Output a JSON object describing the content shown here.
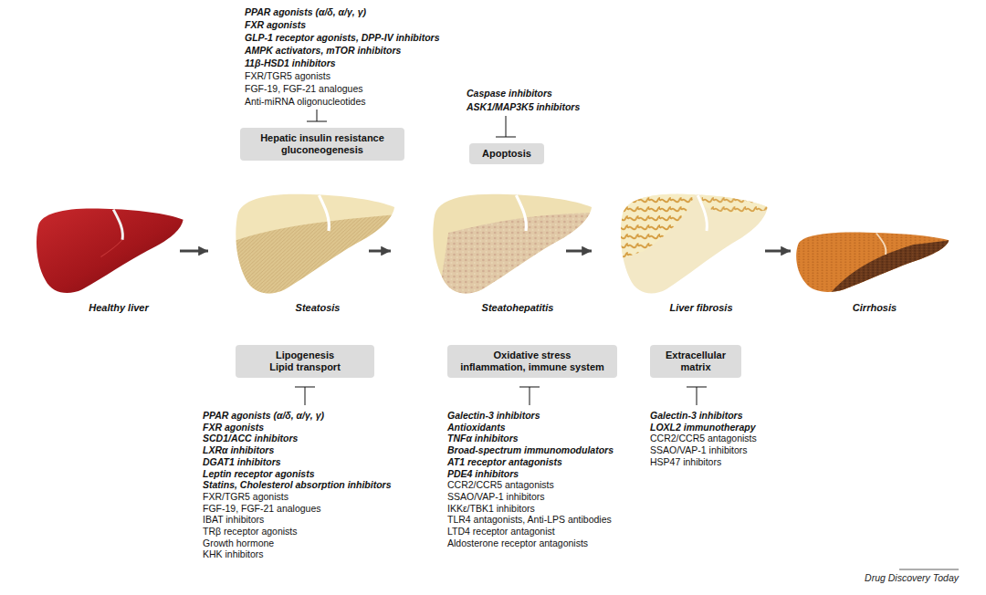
{
  "diagram": {
    "caption": "Drug Discovery Today",
    "nodes": [
      {
        "text": [
          "Hepatic insulin resistance",
          "gluconeogenesis"
        ]
      },
      {
        "text": [
          "Apoptosis"
        ]
      },
      {
        "text": [
          "Healthy liver"
        ]
      },
      {
        "text": [
          "Steatosis"
        ]
      },
      {
        "text": [
          "Steatohepatitis"
        ]
      },
      {
        "text": [
          "Liver fibrosis"
        ]
      },
      {
        "text": [
          "Cirrhosis"
        ]
      },
      {
        "text": [
          "Lipogenesis",
          "Lipid transport"
        ]
      },
      {
        "text": [
          "Oxidative stress",
          "inflammation, immune system"
        ]
      },
      {
        "text": [
          "Extracellular matrix"
        ]
      }
    ],
    "edges": [
      {
        "from": 2,
        "to": 3,
        "arrow": "to"
      },
      {
        "from": 3,
        "to": 4,
        "arrow": "to"
      },
      {
        "from": 4,
        "to": 5,
        "arrow": "to"
      },
      {
        "from": 5,
        "to": 6,
        "arrow": "to"
      }
    ],
    "labels": [
      "PPAR agonists (α/δ, α/γ, γ)",
      "FXR agonists",
      "GLP-1 receptor agonists, DPP-IV inhibitors",
      "AMPK activators, mTOR inhibitors",
      "11β-HSD1 inhibitors",
      "FXR/TGR5 agonists",
      "FGF-19, FGF-21 analogues",
      "Anti-miRNA oligonucleotides",
      "Caspase inhibitors",
      "ASK1/MAP3K5 inhibitors",
      "PPAR agonists (α/δ, α/γ, γ)",
      "FXR agonists",
      "SCD1/ACC inhibitors",
      "LXRα inhibitors",
      "DGAT1 inhibitors",
      "Leptin receptor agonists",
      "Statins, Cholesterol absorption inhibitors",
      "FXR/TGR5 agonists",
      "FGF-19, FGF-21 analogues",
      "IBAT inhibitors",
      "TRβ receptor agonists",
      "Growth hormone",
      "KHK inhibitors",
      "Galectin-3 inhibitors",
      "Antioxidants",
      "TNFα inhibitors",
      "Broad-spectrum immunomodulators",
      "AT1 receptor antagonists",
      "PDE4 inhibitors",
      "CCR2/CCR5 antagonists",
      "SSAO/VAP-1 inhibitors",
      "IKKε/TBK1 inhibitors",
      "TLR4 antagonists, Anti-LPS antibodies",
      "LTD4 receptor antagonist",
      "Aldosterone receptor antagonists",
      "Galectin-3 inhibitors",
      "LOXL2 immunotherapy",
      "CCR2/CCR5 antagonists",
      "SSAO/VAP-1 inhibitors",
      "HSP47 inhibitors"
    ]
  }
}
